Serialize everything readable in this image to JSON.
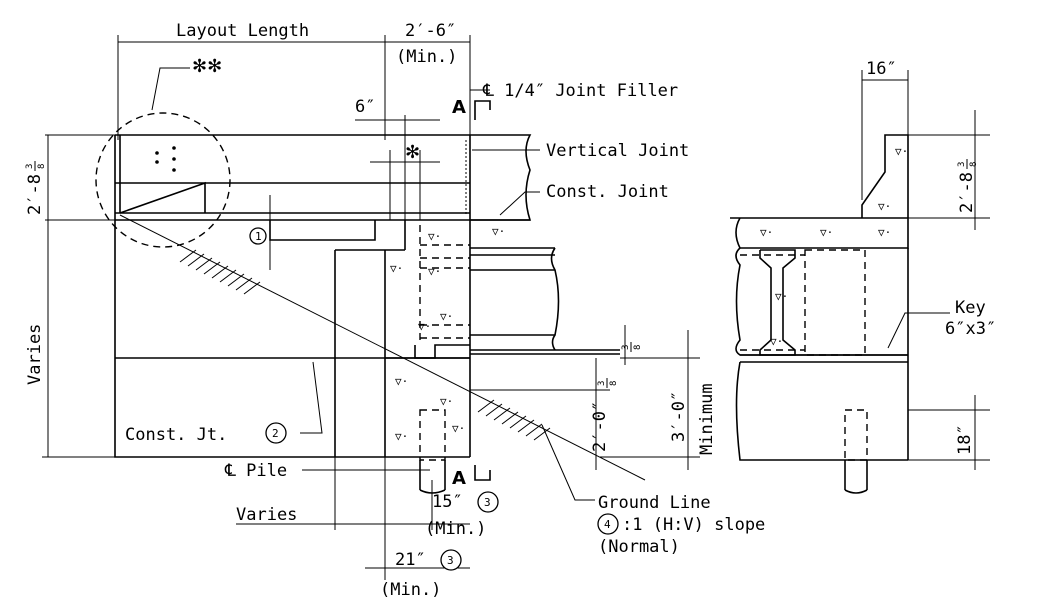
{
  "labels": {
    "layout_length": "Layout Length",
    "min_2_6": "2′-6″",
    "min_paren": "(Min.)",
    "six_in": "6″",
    "asterisk_double": "✻✻",
    "asterisk_single": "✻",
    "joint_filler": "℄ 1/4″ Joint Filler",
    "section_a": "A",
    "vertical_joint": "Vertical Joint",
    "const_joint": "Const. Joint",
    "height_2_8": "2′-8",
    "frac_3_8_num": "3",
    "frac_3_8_den": "8",
    "varies_v": "Varies",
    "circle_1": "1",
    "const_jt": "Const. Jt.",
    "circle_2": "2",
    "cl_pile": "℄ Pile",
    "varies_h": "Varies",
    "d15": "15″",
    "circle_3": "3",
    "d21": "21″",
    "d2_0": "2′-0″",
    "d3_0": "3′-0″",
    "minimum": "Minimum",
    "ground_line": "Ground Line",
    "circle_4": "4",
    "slope": ":1 (H:V) slope",
    "normal": "(Normal)",
    "d16": "16″",
    "key": "Key",
    "key_size": "6″x3″",
    "d18": "18″"
  }
}
